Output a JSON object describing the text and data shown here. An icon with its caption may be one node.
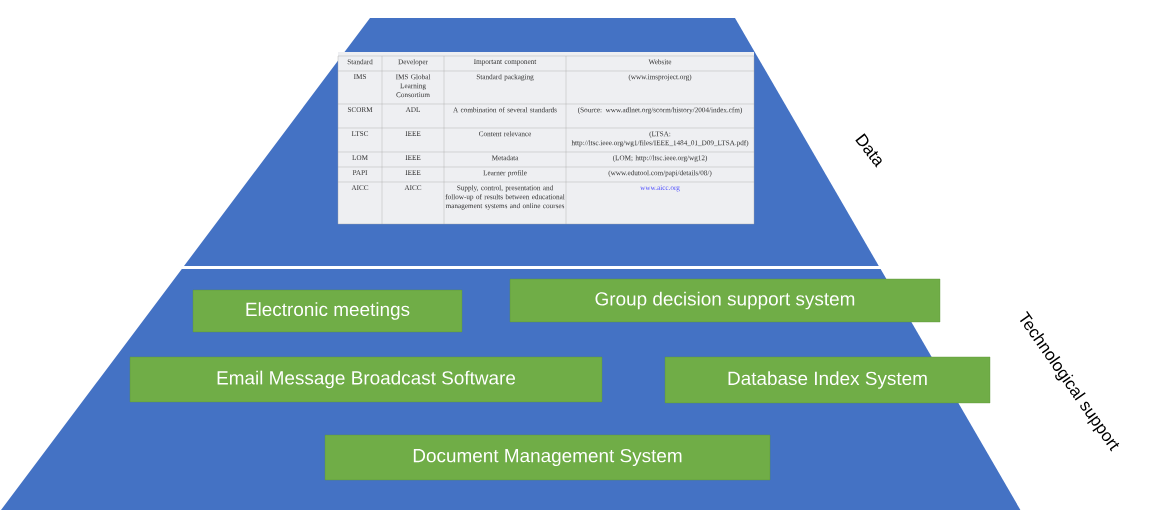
{
  "diagram": {
    "nodes": [
      {
        "text": [
          "Data"
        ]
      },
      {
        "text": [
          "Technological support"
        ]
      },
      {
        "text": [
          "Electronic meetings"
        ],
        "in": 1
      },
      {
        "text": [
          "Group decision support system"
        ],
        "in": 1
      },
      {
        "text": [
          "Email Message Broadcast Software"
        ],
        "in": 1
      },
      {
        "text": [
          "Database Index System"
        ],
        "in": 1
      },
      {
        "text": [
          "Document Management System"
        ],
        "in": 1
      }
    ],
    "labels": [
      "Standard",
      "Developer",
      "Important component",
      "Website",
      "IMS",
      "IMS Global Learning Consortium",
      "Standard packaging",
      "(www.imsproject.org)",
      "SCORM",
      "ADL",
      "A combination of several standards",
      "(Source: www.adlnet.org/scorm/history/2004/index.cfm)",
      "LTSC",
      "IEEE",
      "Content relevance",
      "(LTSA: http://ltsc.ieee.org/wg1/files/IEEE_1484_01_D09_LTSA.pdf)",
      "LOM",
      "IEEE",
      "Metadata",
      "(LOM; http://ltsc.ieee.org/wg12)",
      "PAPI",
      "IEEE",
      "Learner profile",
      "(www.edutool.com/papi/details/08/)",
      "AICC",
      "AICC",
      "Supply, control, presentation and follow-up of results between educational management systems and online courses",
      "www.aicc.org"
    ]
  }
}
